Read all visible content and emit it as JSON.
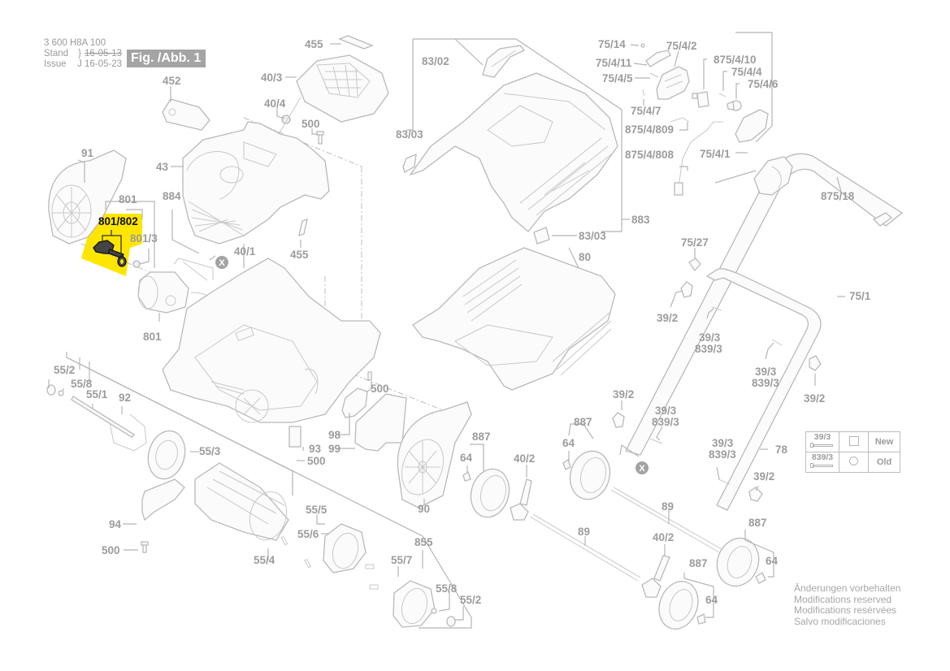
{
  "header": {
    "part_number": "3 600 H8A 100",
    "stand_label": "Stand",
    "issue_label": "Issue",
    "brace_symbol_top": "}",
    "brace_symbol_bottom": "J",
    "stand_date_superseded": "16-05-13",
    "issue_date": "16-05-23",
    "figure_label": "Fig. /Abb. 1"
  },
  "highlight": {
    "label": "801/802",
    "color": "#ffe600"
  },
  "callouts": {
    "p455_top": "455",
    "p452": "452",
    "p40_3": "40/3",
    "p40_4": "40/4",
    "p500_top": "500",
    "p43": "43",
    "p91": "91",
    "p801_top": "801",
    "p884": "884",
    "p801_3": "801/3",
    "p455_mid": "455",
    "p40_1": "40/1",
    "p801_bottom": "801",
    "x_marker": "X",
    "p83_02": "83/02",
    "p83_03_left": "83/03",
    "p883": "883",
    "p83_03_bottom": "83/03",
    "p80": "80",
    "p75_14": "75/14",
    "p75_4_2": "75/4/2",
    "p75_4_11": "75/4/11",
    "p75_4_5": "75/4/5",
    "p75_4_7": "75/4/7",
    "p875_4_10": "875/4/10",
    "p75_4_4": "75/4/4",
    "p75_4_6": "75/4/6",
    "p875_4_809": "875/4/809",
    "p875_4_808": "875/4/808",
    "p75_4_1": "75/4/1",
    "p875_18": "875/18",
    "p75_27": "75/27",
    "p75_1": "75/1",
    "p39_2_a": "39/2",
    "p39_3_a": "39/3",
    "p839_3_a": "839/3",
    "p39_3_b": "39/3",
    "p839_3_b": "839/3",
    "p39_2_b": "39/2",
    "p39_2_c": "39/2",
    "p39_3_c": "39/3",
    "p839_3_c": "839/3",
    "p39_3_d": "39/3",
    "p839_3_d": "839/3",
    "p78": "78",
    "p39_2_d": "39/2",
    "p55_2_left": "55/2",
    "p55_8_left": "55/8",
    "p55_1": "55/1",
    "p92": "92",
    "p55_3": "55/3",
    "p94": "94",
    "p500_left": "500",
    "p55_4": "55/4",
    "p55_5": "55/5",
    "p55_6": "55/6",
    "p855": "855",
    "p55_7": "55/7",
    "p55_8_right": "55/8",
    "p55_2_right": "55/2",
    "p500_mid": "500",
    "p98": "98",
    "p93": "93",
    "p99": "99",
    "p500_low": "500",
    "p90": "90",
    "p887_a": "887",
    "p64_a": "64",
    "p40_2_a": "40/2",
    "p887_b": "887",
    "p64_b": "64",
    "p89_a": "89",
    "p89_b": "89",
    "p887_c": "887",
    "p64_c": "64",
    "p40_2_b": "40/2",
    "p887_d": "887",
    "p64_d": "64"
  },
  "legend": {
    "rows": [
      {
        "part": "39/3",
        "symbol": "square",
        "status": "New"
      },
      {
        "part": "839/3",
        "symbol": "circle",
        "status": "Old"
      }
    ]
  },
  "disclaimer": [
    "Änderungen vorbehalten",
    "Modifications reserved",
    "Modifications resérvées",
    "Salvo modificaciones"
  ]
}
